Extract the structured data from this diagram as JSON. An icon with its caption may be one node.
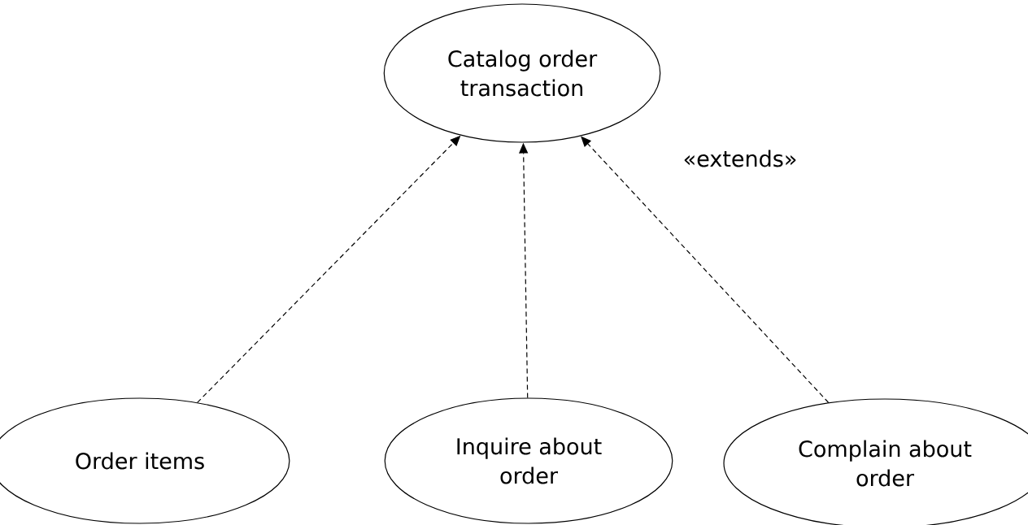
{
  "diagram": {
    "nodes": [
      {
        "text": [
          "Catalog order transaction"
        ]
      },
      {
        "text": [
          "Order items"
        ]
      },
      {
        "text": [
          "Inquire about order"
        ]
      },
      {
        "text": [
          "Complain about order"
        ]
      }
    ],
    "edges": [
      {
        "from": 1,
        "to": 0,
        "arrow": "to",
        "style": "dashed"
      },
      {
        "from": 2,
        "to": 0,
        "arrow": "to",
        "style": "dashed"
      },
      {
        "from": 3,
        "to": 0,
        "arrow": "to",
        "style": "dashed",
        "label": "«extends»"
      }
    ]
  }
}
